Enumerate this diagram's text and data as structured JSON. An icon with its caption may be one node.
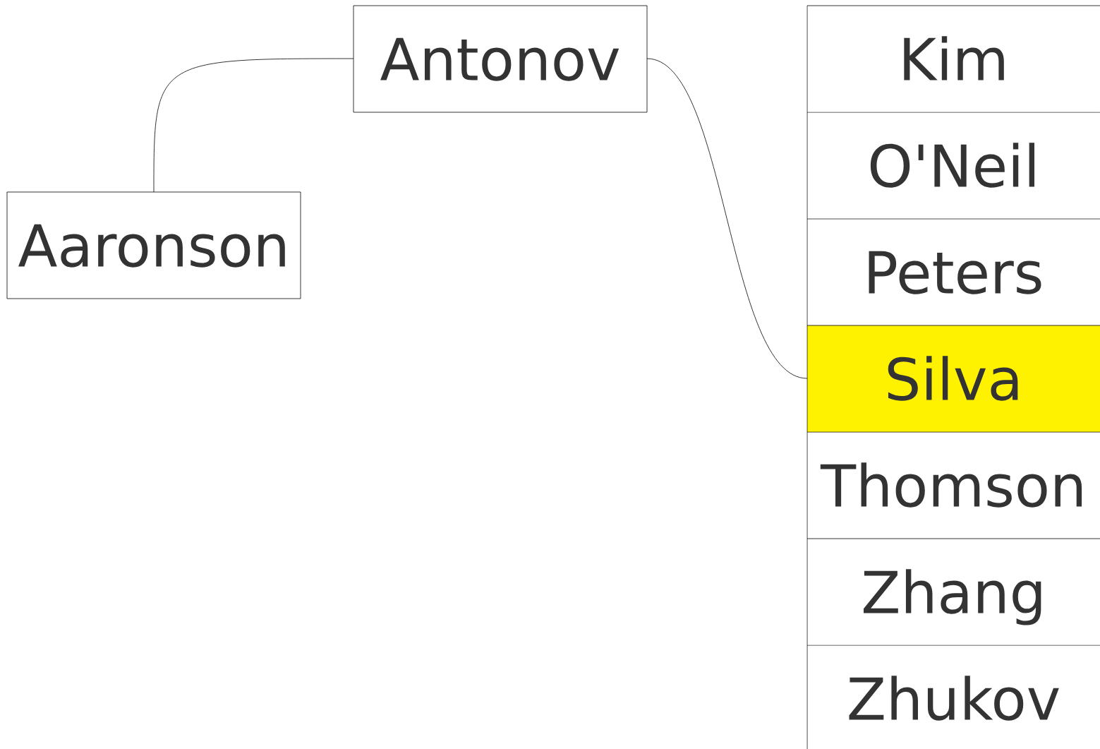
{
  "diagram": {
    "nodes": [
      {
        "text": [
          "Antonov"
        ]
      },
      {
        "text": [
          "Aaronson"
        ]
      },
      {
        "text": [
          "Kim"
        ]
      },
      {
        "text": [
          "O'Neil"
        ]
      },
      {
        "text": [
          "Peters"
        ]
      },
      {
        "text": [
          "Silva"
        ]
      },
      {
        "text": [
          "Thomson"
        ]
      },
      {
        "text": [
          "Zhang"
        ]
      },
      {
        "text": [
          "Zhukov"
        ]
      }
    ],
    "edges": [
      {
        "from": 0,
        "to": 1,
        "arrow": "none"
      },
      {
        "from": 0,
        "to": 5,
        "arrow": "none"
      }
    ]
  }
}
